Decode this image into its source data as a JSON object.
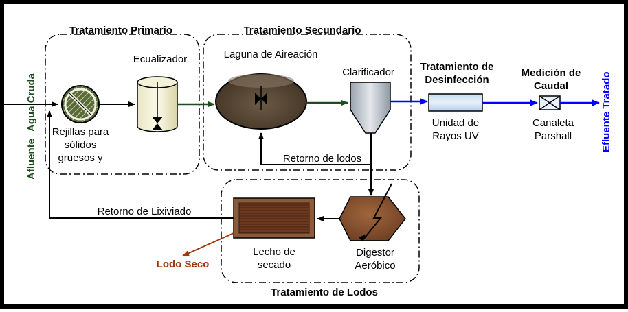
{
  "diagram": {
    "sections": {
      "primary": "Tratamiento Primario",
      "secondary": "Tratamiento Secundario",
      "disinfection_line1": "Tratamiento de",
      "disinfection_line2": "Desinfección",
      "flow_line1": "Medición de",
      "flow_line2": "Caudal",
      "sludge": "Tratamiento de Lodos"
    },
    "units": {
      "screens_line1": "Rejillas para",
      "screens_line2": "sólidos",
      "screens_line3": "gruesos y",
      "equalizer": "Ecualizador",
      "lagoon": "Laguna de Aireación",
      "clarifier": "Clarificador",
      "uv_line1": "Unidad de",
      "uv_line2": "Rayos UV",
      "parshall_line1": "Canaleta",
      "parshall_line2": "Parshall",
      "digester_line1": "Digestor",
      "digester_line2": "Aeróbico",
      "drying_line1": "Lecho de",
      "drying_line2": "secado"
    },
    "flows": {
      "influent_part1": "Afluente",
      "influent_part2": "Agua Cruda",
      "effluent": "Efluente Tratado",
      "sludge_return": "Retorno de lodos",
      "leachate_return": "Retorno de Lixiviado",
      "dry_sludge": "Lodo Seco"
    },
    "colors": {
      "green_flow": "#1e4d1e",
      "blue_flow": "#0000ff",
      "dark_blue_text": "#00008b",
      "brown": "#a0380a",
      "black": "#000000"
    }
  }
}
